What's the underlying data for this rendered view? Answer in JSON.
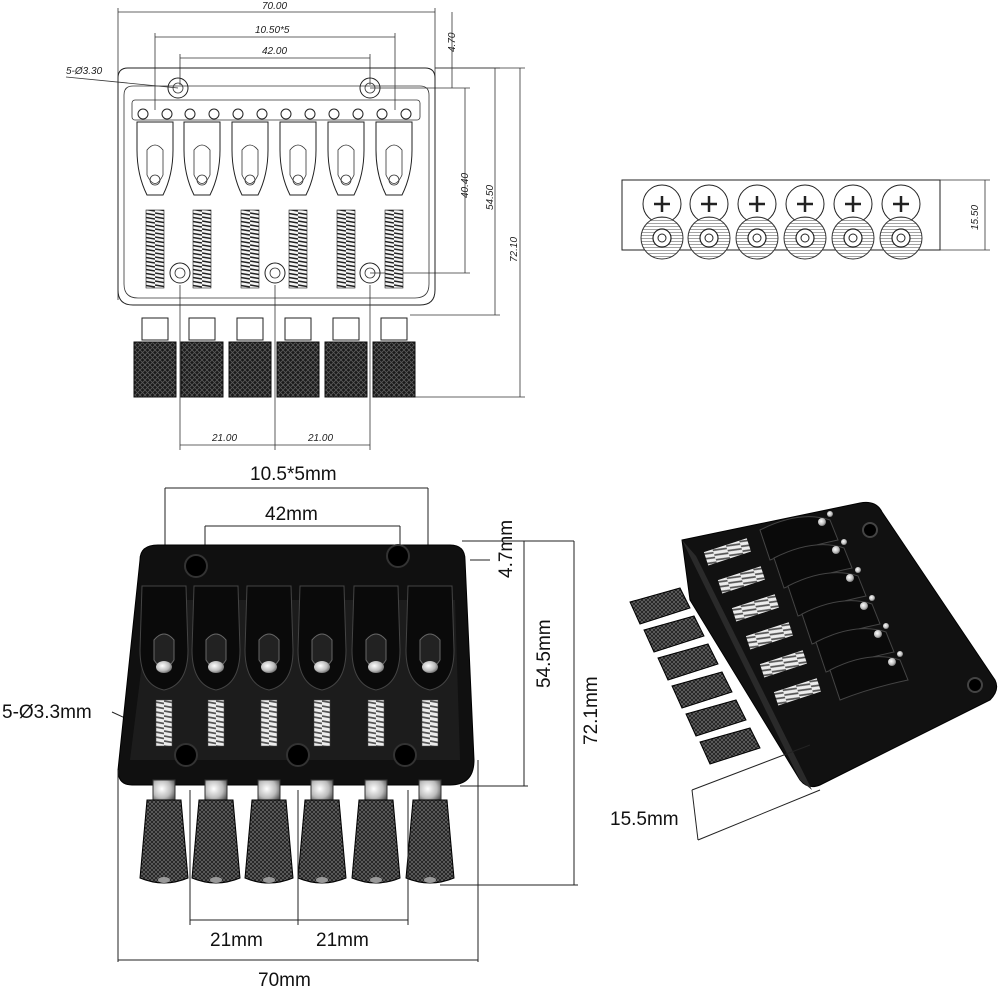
{
  "drawing_top": {
    "labels": {
      "width_total": "70.00",
      "string_spacing": "10.50*5",
      "hole_spacing": "42.00",
      "holes": "5-Ø3.30",
      "top_offset": "4.70",
      "hole_depth": "40.40",
      "body_length": "54.50",
      "total_length": "72.10",
      "bottom_left": "21.00",
      "bottom_right": "21.00"
    }
  },
  "drawing_side": {
    "labels": {
      "height": "15.50"
    }
  },
  "photo_top": {
    "labels": {
      "string_spacing": "10.5*5mm",
      "hole_spacing": "42mm",
      "top_offset": "4.7mm",
      "body_length": "54.5mm",
      "total_length": "72.1mm",
      "holes": "5-Ø3.3mm",
      "bottom_left": "21mm",
      "bottom_right": "21mm",
      "width_total": "70mm"
    }
  },
  "photo_angle": {
    "labels": {
      "height": "15.5mm"
    }
  },
  "colors": {
    "ink": "#222222",
    "metal_black": "#111111",
    "chrome": "#d8d8d8"
  }
}
